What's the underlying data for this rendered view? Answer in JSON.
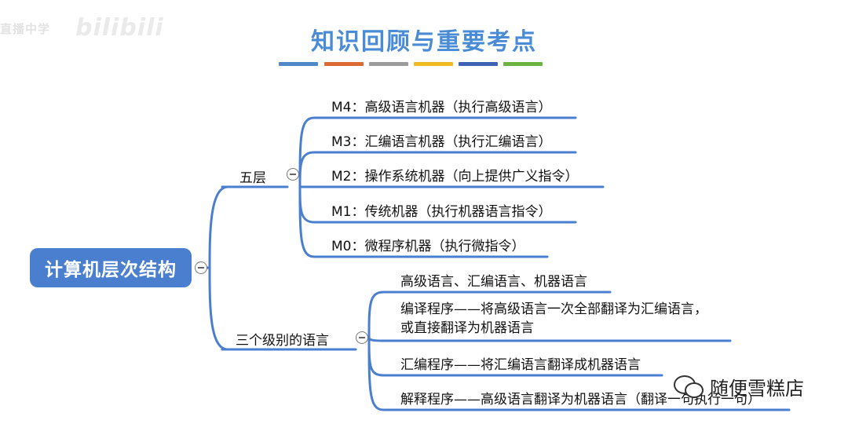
{
  "watermark_top": {
    "prefix": "直播中学",
    "brand": "bilibili"
  },
  "title": "知识回顾与重要考点",
  "color_bars": [
    "#4f87c9",
    "#dd6a35",
    "#9c9c9c",
    "#f0bb1e",
    "#3f63b4",
    "#6cb43f"
  ],
  "root": {
    "label": "计算机层次结构"
  },
  "branches": [
    {
      "label": "五层",
      "children": [
        "M4：高级语言机器（执行高级语言）",
        "M3：汇编语言机器（执行汇编语言）",
        "M2：操作系统机器（向上提供广义指令）",
        "M1：传统机器（执行机器语言指令）",
        "M0：微程序机器（执行微指令）"
      ]
    },
    {
      "label": "三个级别的语言",
      "children": [
        "高级语言、汇编语言、机器语言",
        "编译程序——将高级语言一次全部翻译为汇编语言，",
        "或直接翻译为机器语言",
        "汇编程序——将汇编语言翻译成机器语言",
        "解释程序——高级语言翻译为机器语言（翻译一句执行一句）"
      ]
    }
  ],
  "watermark_bottom": {
    "text": "随便雪糕店",
    "icon": "wechat-icon"
  },
  "line_color": "#4a7fd0"
}
